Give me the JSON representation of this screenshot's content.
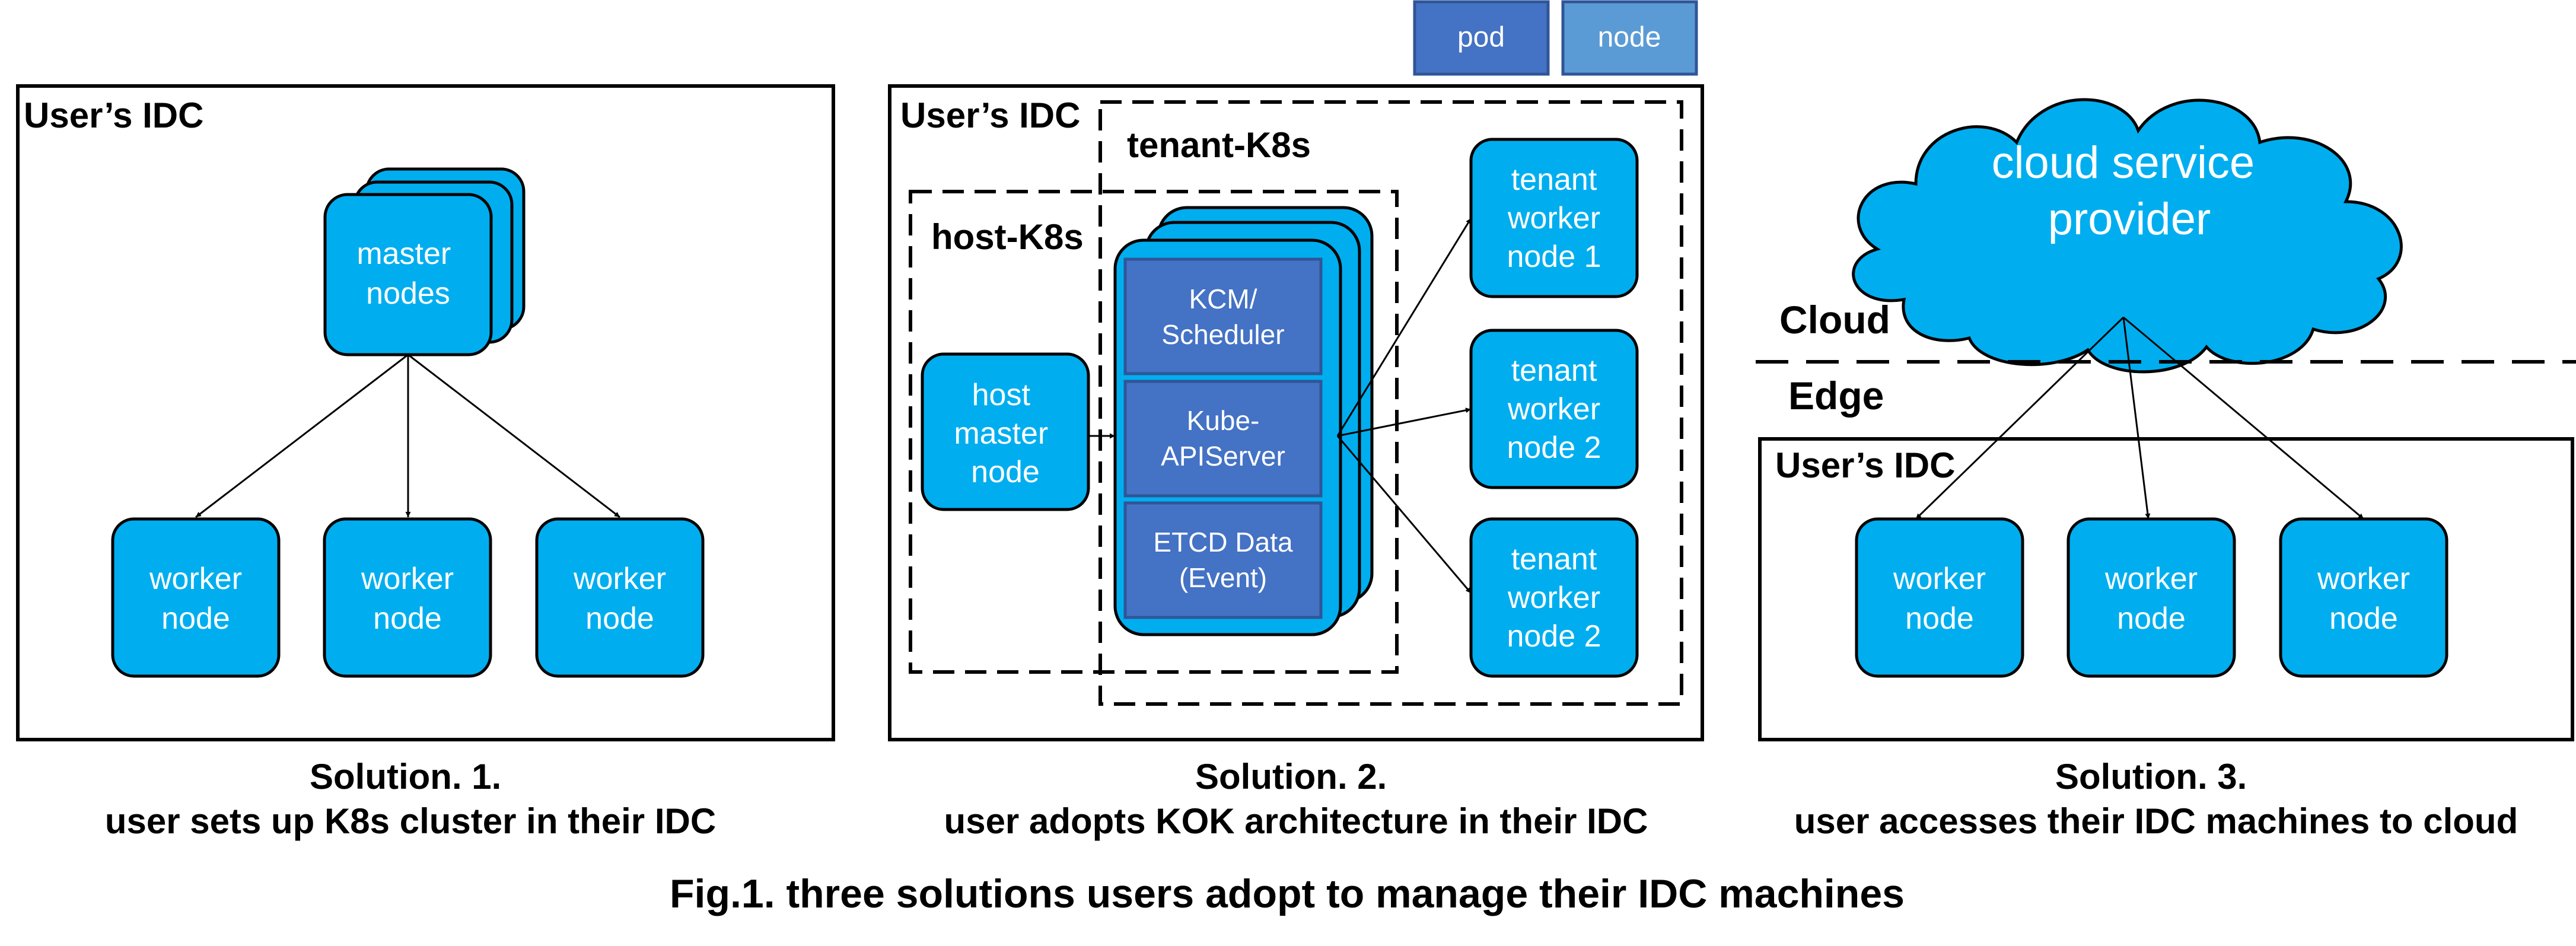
{
  "legend": {
    "pod": "pod",
    "node": "node"
  },
  "solution1": {
    "idc_label": "User’s IDC",
    "master": [
      "master",
      "nodes"
    ],
    "workers": [
      [
        "worker",
        "node"
      ],
      [
        "worker",
        "node"
      ],
      [
        "worker",
        "node"
      ]
    ],
    "caption": [
      "Solution. 1.",
      "user sets up K8s cluster in their IDC"
    ]
  },
  "solution2": {
    "idc_label": "User’s IDC",
    "tenant_k8s": "tenant-K8s",
    "host_k8s": "host-K8s",
    "host_master": [
      "host",
      "master",
      "node"
    ],
    "pods": [
      [
        "KCM/",
        "Scheduler"
      ],
      [
        "Kube-",
        "APIServer"
      ],
      [
        "ETCD Data",
        "(Event)"
      ]
    ],
    "tenant_workers": [
      [
        "tenant",
        "worker",
        "node 1"
      ],
      [
        "tenant",
        "worker",
        "node 2"
      ],
      [
        "tenant",
        "worker",
        "node 2"
      ]
    ],
    "caption": [
      "Solution. 2.",
      "user adopts KOK architecture in their IDC"
    ]
  },
  "solution3": {
    "cloud": [
      "cloud service",
      "provider"
    ],
    "cloud_label": "Cloud",
    "edge_label": "Edge",
    "idc_label": "User’s IDC",
    "workers": [
      [
        "worker",
        "node"
      ],
      [
        "worker",
        "node"
      ],
      [
        "worker",
        "node"
      ]
    ],
    "caption": [
      "Solution. 3.",
      "user accesses their IDC machines to cloud"
    ]
  },
  "figure_caption": "Fig.1. three solutions users adopt to manage their IDC machines",
  "colors": {
    "node": "#00AEEF",
    "pod": "#4472C4",
    "node_legend": "#5B9BD5",
    "stroke": "#000000"
  }
}
